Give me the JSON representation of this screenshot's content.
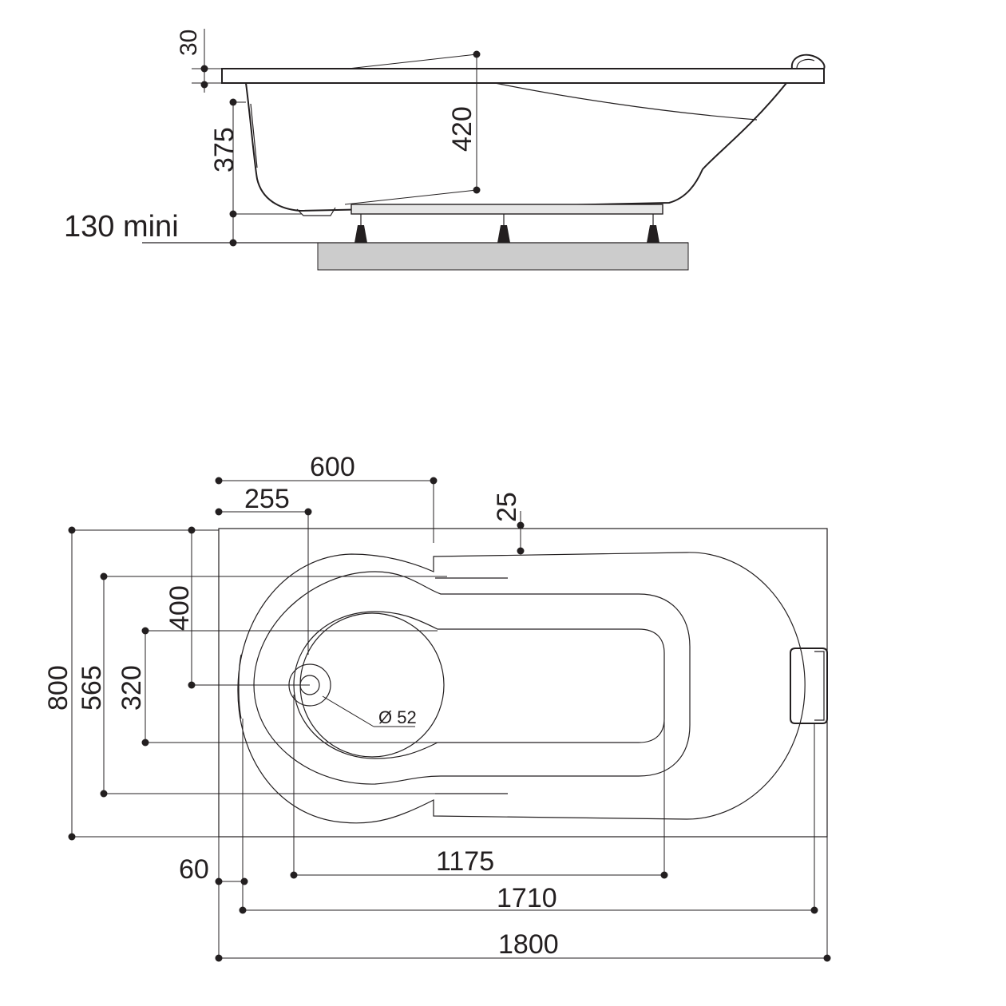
{
  "side_view": {
    "rim_thickness": "30",
    "depth": "375",
    "water_depth": "420",
    "floor_clearance": "130 mini"
  },
  "top_view": {
    "to_overflow": "600",
    "to_drain": "255",
    "rim_edge": "25",
    "inner_width": "400",
    "total_width": "800",
    "mid_width": "565",
    "bowl_width": "320",
    "drain_diameter": "Ø 52",
    "offset": "60",
    "bottom_length": "1175",
    "inner_length": "1710",
    "total_length": "1800"
  },
  "colors": {
    "line": "#231f20",
    "floor": "#cccccc",
    "frame": "#e6e6e6"
  }
}
